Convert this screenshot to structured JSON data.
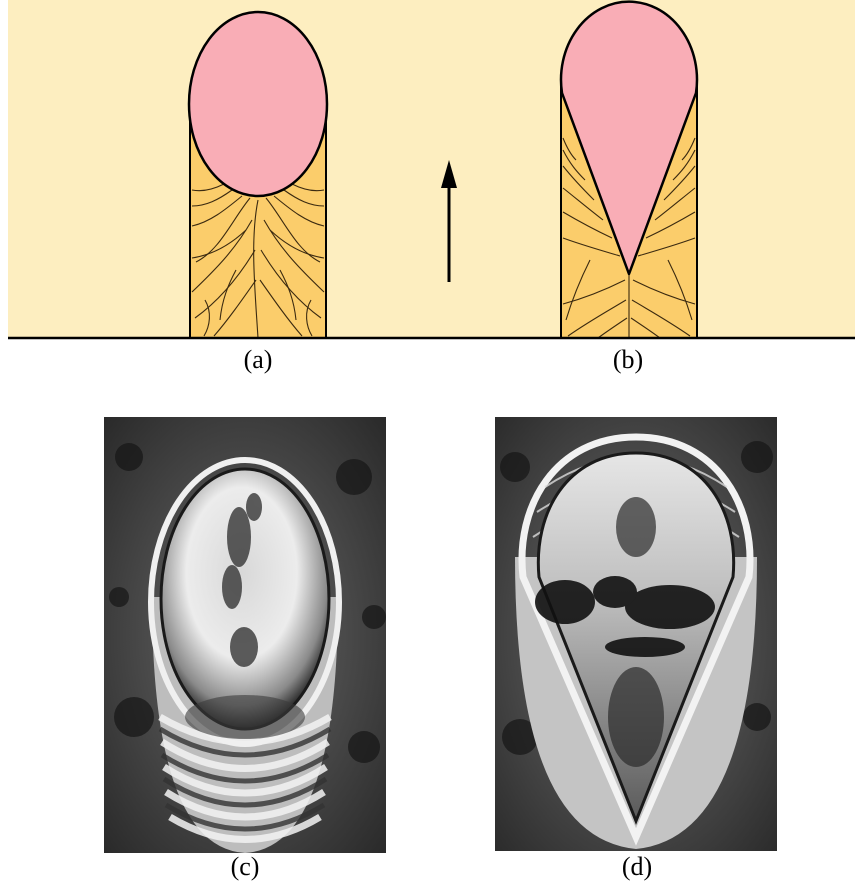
{
  "captions": {
    "a": "(a)",
    "b": "(b)",
    "c": "(c)",
    "d": "(d)"
  },
  "colors": {
    "background": "#fdeec0",
    "weld_pool": "#f9adb6",
    "solidified_metal": "#fbcd6b",
    "outline": "#000000"
  },
  "figures": {
    "a": {
      "pool_shape": "elliptical",
      "grain_pattern": "curved-columnar"
    },
    "b": {
      "pool_shape": "teardrop",
      "grain_pattern": "straight-columnar"
    },
    "c": {
      "kind": "micrograph",
      "pool_shape": "elliptical"
    },
    "d": {
      "kind": "micrograph",
      "pool_shape": "teardrop"
    }
  },
  "icons": {
    "direction": "up-arrow-icon"
  }
}
